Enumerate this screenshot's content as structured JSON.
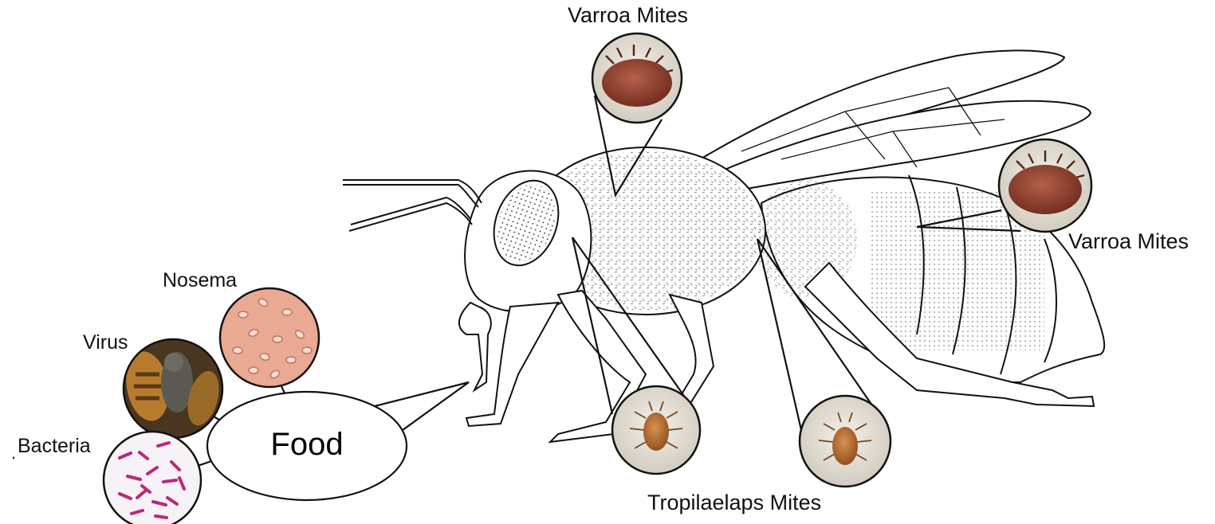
{
  "labels": {
    "varroa_top": "Varroa Mites",
    "varroa_right": "Varroa Mites",
    "tropilaelaps": "Tropilaelaps Mites",
    "nosema": "Nosema",
    "virus": "Virus",
    "bacteria": "Bacteria",
    "food": "Food"
  },
  "colors": {
    "outline": "#111111",
    "varroa_body": "#8a3b2a",
    "tropilaelaps_body": "#b06a32",
    "nosema_bg": "#e8a68e",
    "bacteria_rods": "#b8287a",
    "virus_bee": "#8a5a22"
  }
}
